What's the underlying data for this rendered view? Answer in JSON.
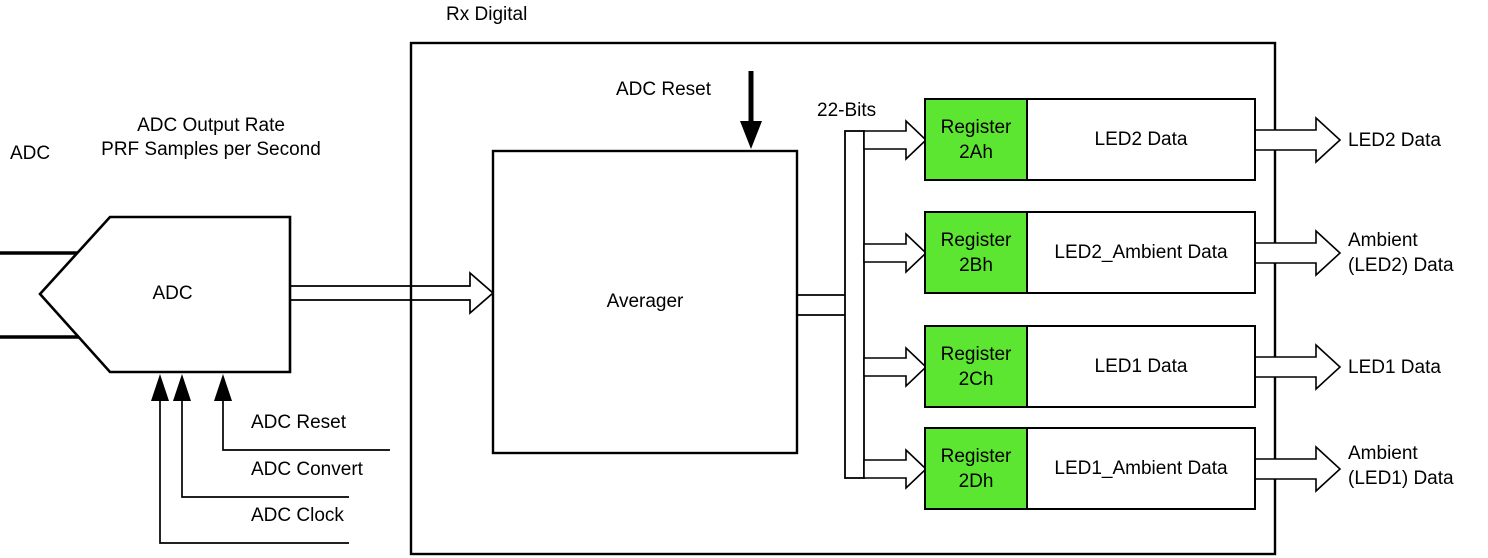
{
  "diagram": {
    "title": "Rx Digital",
    "adc_side_label": "ADC",
    "adc_rate_line1": "ADC Output Rate",
    "adc_rate_line2": "PRF Samples per Second",
    "adc_block_label": "ADC",
    "adc_reset_bottom_label": "ADC Reset",
    "adc_convert_label": "ADC Convert",
    "adc_clock_label": "ADC Clock",
    "adc_reset_top_label": "ADC Reset",
    "averager_label": "Averager",
    "bus_width_label": "22-Bits",
    "registers": [
      {
        "name_line1": "Register",
        "name_line2": "2Ah",
        "data_label": "LED2 Data",
        "output_line1": "LED2 Data",
        "output_line2": ""
      },
      {
        "name_line1": "Register",
        "name_line2": "2Bh",
        "data_label": "LED2_Ambient Data",
        "output_line1": "Ambient",
        "output_line2": "(LED2) Data"
      },
      {
        "name_line1": "Register",
        "name_line2": "2Ch",
        "data_label": "LED1 Data",
        "output_line1": "LED1 Data",
        "output_line2": ""
      },
      {
        "name_line1": "Register",
        "name_line2": "2Dh",
        "data_label": "LED1_Ambient Data",
        "output_line1": "Ambient",
        "output_line2": "(LED1) Data"
      }
    ],
    "colors": {
      "register_green": "#5CE531",
      "line": "#000000",
      "background": "#FFFFFF"
    }
  }
}
